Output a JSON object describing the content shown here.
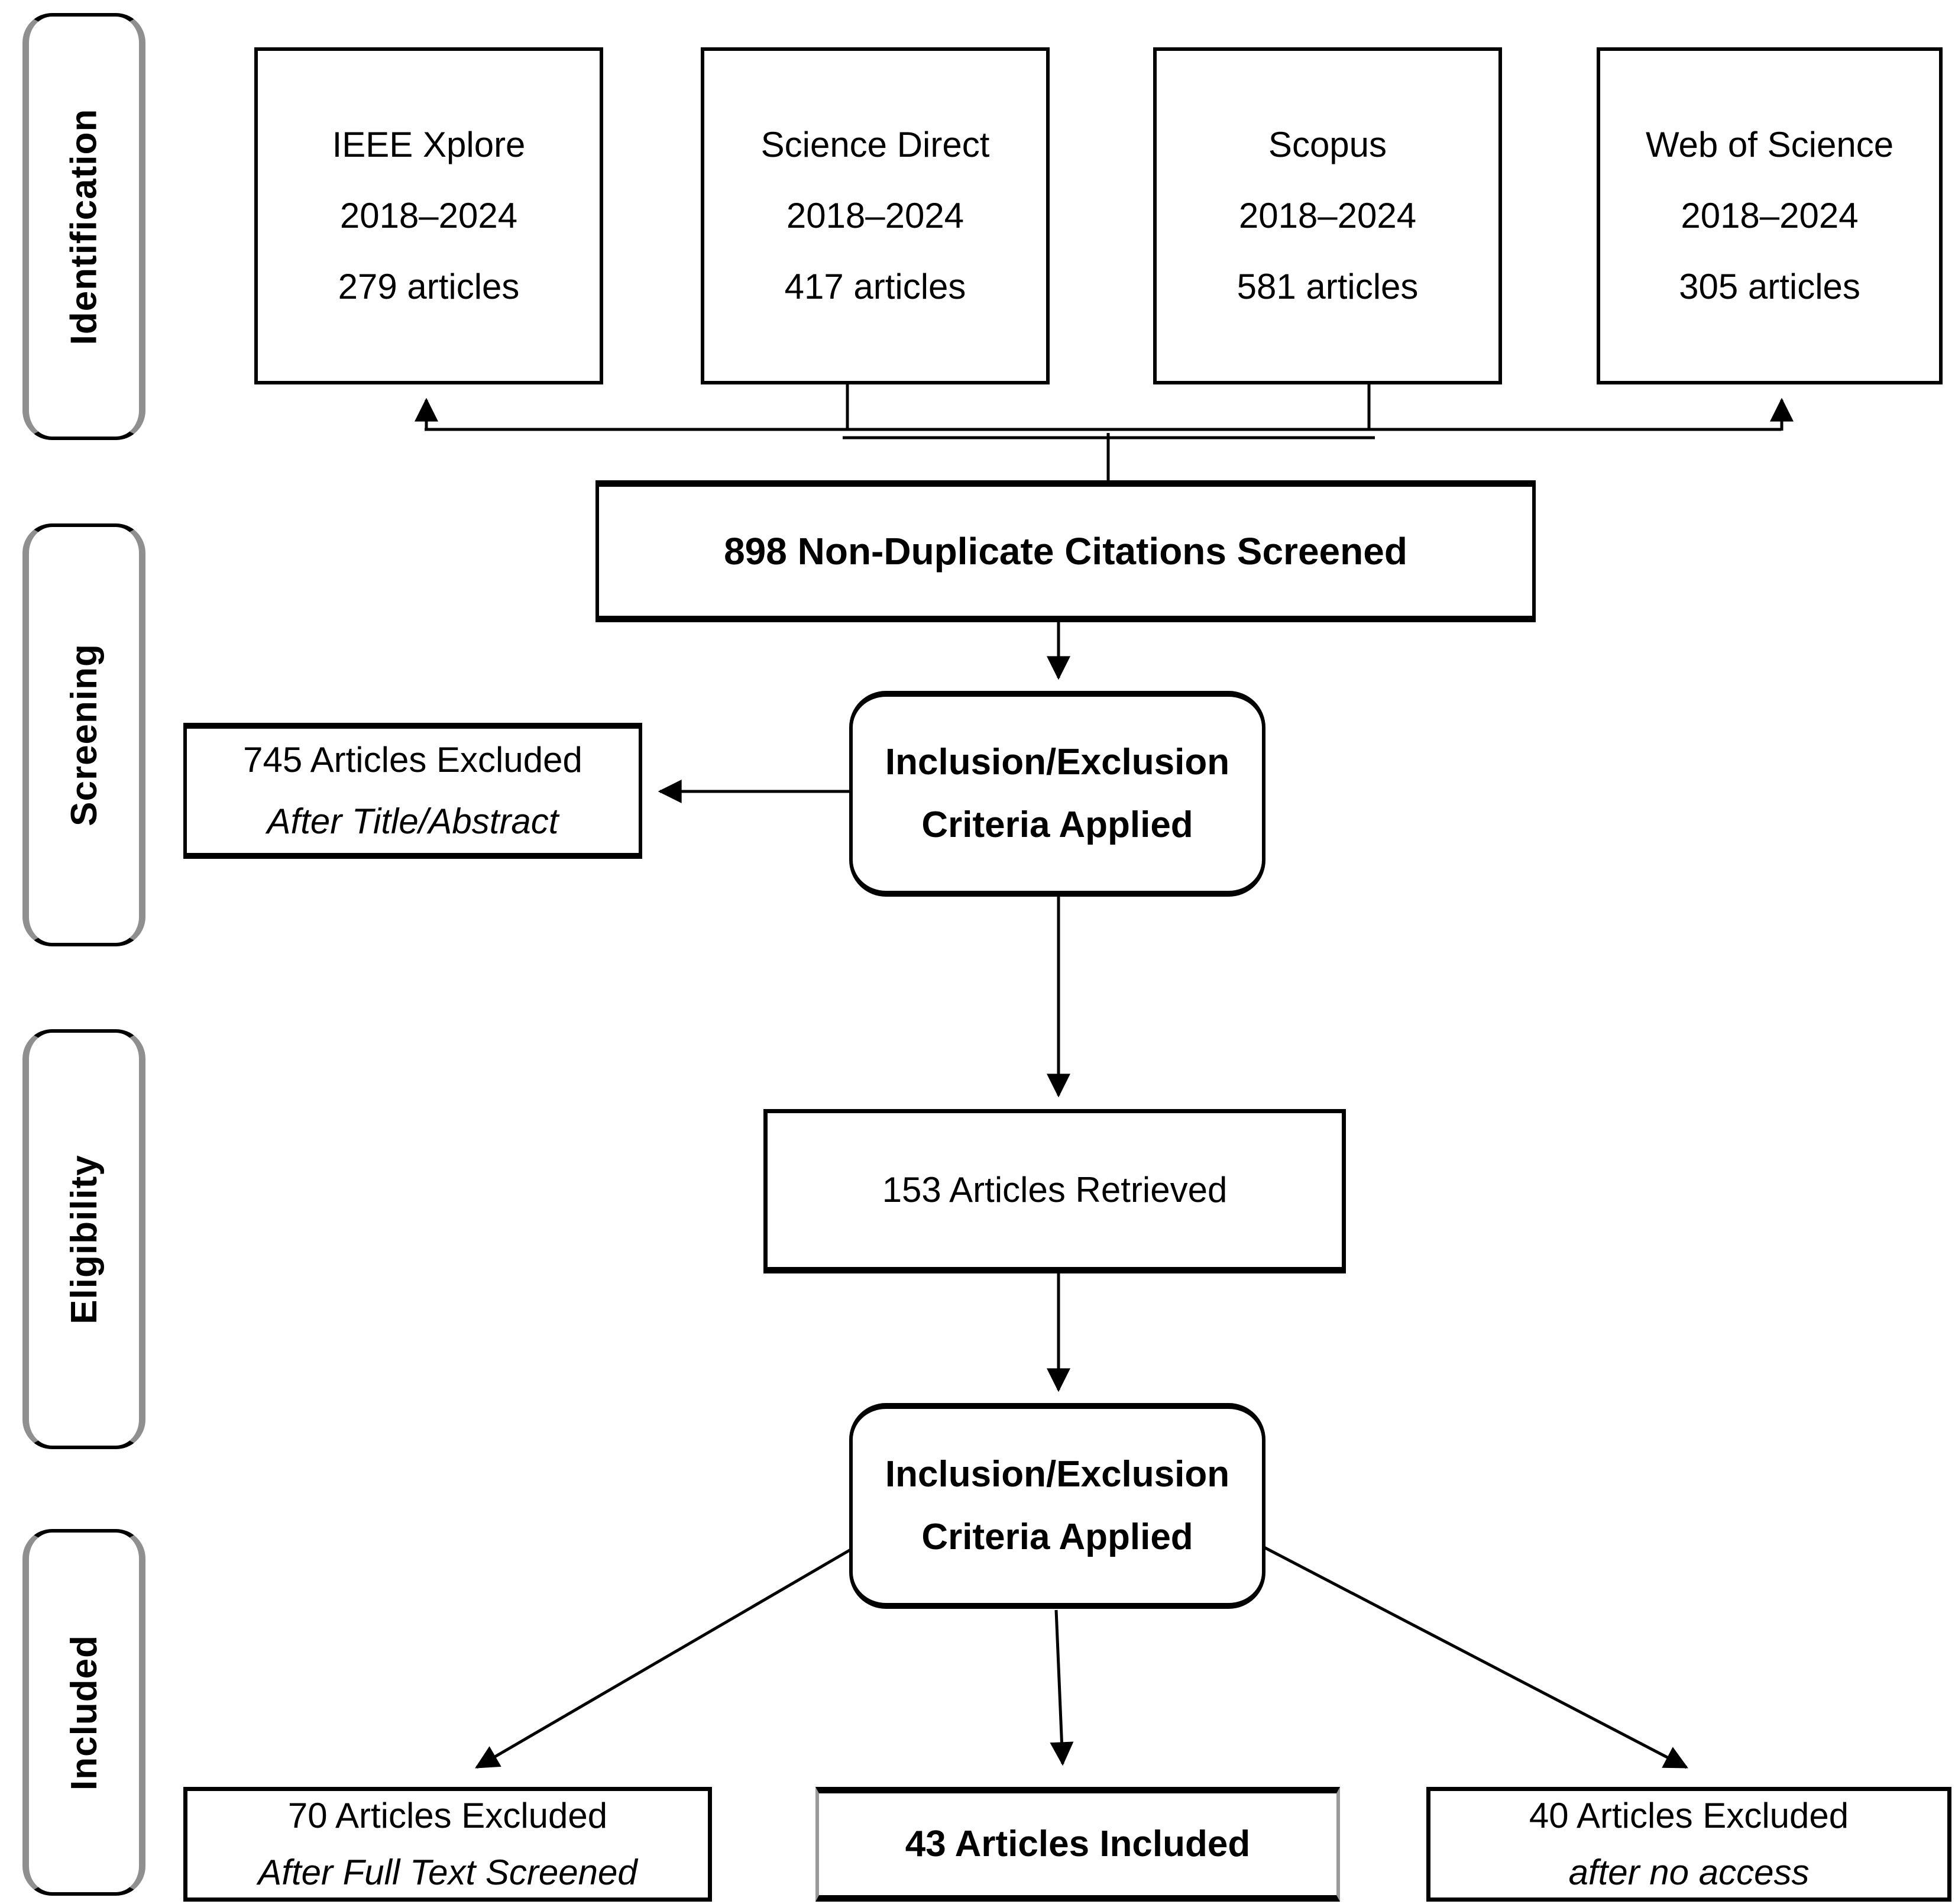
{
  "figure": {
    "background": "#ffffff",
    "line_color": "#000000",
    "shadow_color": "#9a9a9a"
  },
  "sidebar": {
    "stages": [
      {
        "label": "Identification"
      },
      {
        "label": "Screening"
      },
      {
        "label": "Eligibility"
      },
      {
        "label": "Included"
      }
    ]
  },
  "sources": [
    {
      "name": "IEEE Xplore",
      "years": "2018–2024",
      "count": "279 articles"
    },
    {
      "name": "Science Direct",
      "years": "2018–2024",
      "count": "417 articles"
    },
    {
      "name": "Scopus",
      "years": "2018–2024",
      "count": "581 articles"
    },
    {
      "name": "Web of Science",
      "years": "2018–2024",
      "count": "305 articles"
    }
  ],
  "flow": {
    "screened": "898 Non-Duplicate Citations Screened",
    "criteria_1": {
      "line1": "Inclusion/Exclusion",
      "line2": "Criteria Applied"
    },
    "excluded_title_abstract": {
      "line1": "745 Articles Excluded",
      "line2": "After Title/Abstract"
    },
    "retrieved": "153 Articles Retrieved",
    "criteria_2": {
      "line1": "Inclusion/Exclusion",
      "line2": "Criteria Applied"
    },
    "excluded_full_text": {
      "line1": "70 Articles Excluded",
      "line2": "After Full Text Screened"
    },
    "included": "43 Articles Included",
    "excluded_no_access": {
      "line1": "40 Articles Excluded",
      "line2": "after no access"
    }
  }
}
